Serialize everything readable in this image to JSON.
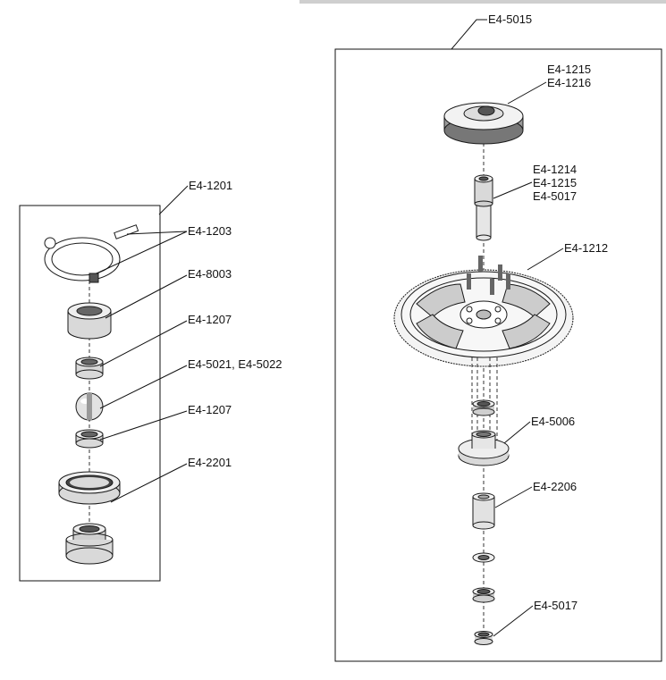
{
  "assemblies": {
    "left": {
      "id": "E4-1201",
      "parts": [
        {
          "label": "E4-1203"
        },
        {
          "label": "E4-8003"
        },
        {
          "label": "E4-1207"
        },
        {
          "label": "E4-5021,  E4-5022"
        },
        {
          "label": "E4-1207"
        },
        {
          "label": "E4-2201"
        }
      ]
    },
    "right": {
      "id": "E4-5015",
      "parts": [
        {
          "label": "E4-1215"
        },
        {
          "label": "E4-1216"
        },
        {
          "label": "E4-1214"
        },
        {
          "label": "E4-1215"
        },
        {
          "label": "E4-5017"
        },
        {
          "label": "E4-1212"
        },
        {
          "label": "E4-5006"
        },
        {
          "label": "E4-2206"
        },
        {
          "label": "E4-5017"
        }
      ]
    }
  },
  "colors": {
    "line": "#111111",
    "part_fill": "#d9d9d9",
    "part_dark": "#555555",
    "background": "#ffffff"
  }
}
